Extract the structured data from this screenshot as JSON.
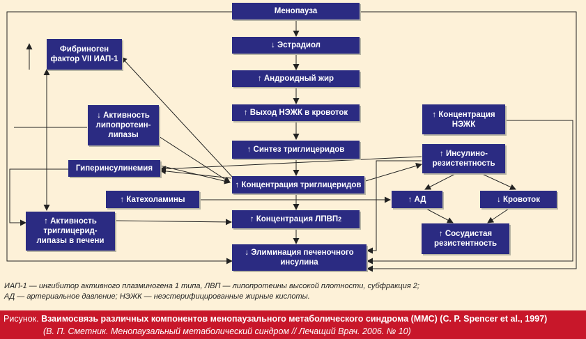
{
  "diagram": {
    "nodes": {
      "menopause": "Менопауза",
      "estradiol": "↓ Эстрадиол",
      "android_fat": "↑ Андроидный жир",
      "nefa_output": "↑ Выход НЭЖК в кровоток",
      "tg_synthesis": "↑ Синтез триглицеридов",
      "tg_concentration": "↑ Концентрация триглицеридов",
      "hdl_concentration": "↑ Концентрация ЛПВП",
      "hdl_sub": "2",
      "insulin_elimination": "↓ Элиминация печеночного\nинсулина",
      "fibrinogen": "Фибриноген\nфактор VII ИАП-1",
      "lipoprotein_lipase": "↓ Активность\nлипопротеин-\nлипазы",
      "hyperinsulinemia": "Гиперинсулинемия",
      "catecholamines": "↑ Катехоламины",
      "hepatic_lipase": "↑ Активность\nтриглицерид-\nлипазы в печени",
      "nefa_concentration": "↑ Концентрация\nНЭЖК",
      "insulin_resistance": "↑ Инсулино-\nрезистентность",
      "blood_pressure": "↑ АД",
      "blood_flow": "↓ Кровоток",
      "vascular_resistance": "↑ Сосудистая\nрезистентность"
    },
    "side_arrow": "↑"
  },
  "legend": {
    "line1": "ИАП-1 — ингибитор активного плазминогена 1 типа, ЛВП — липопротеины высокой плотности, субфракция 2;",
    "line2": "АД — артериальное давление; НЭЖК — неэстерифицированные жирные кислоты."
  },
  "caption": {
    "prefix": "Рисунок.",
    "title": "Взаимосвязь различных компонентов менопаузального метаболического синдрома (ММС) (C. P. Spencer et al., 1997)",
    "source": "(В. П. Сметник. Менопаузальный метаболический синдром // Лечащий Врач. 2006. № 10)"
  },
  "colors": {
    "background": "#fdf1d8",
    "box": "#2b2b82",
    "line": "#222222",
    "caption_bar": "#c8172a"
  }
}
